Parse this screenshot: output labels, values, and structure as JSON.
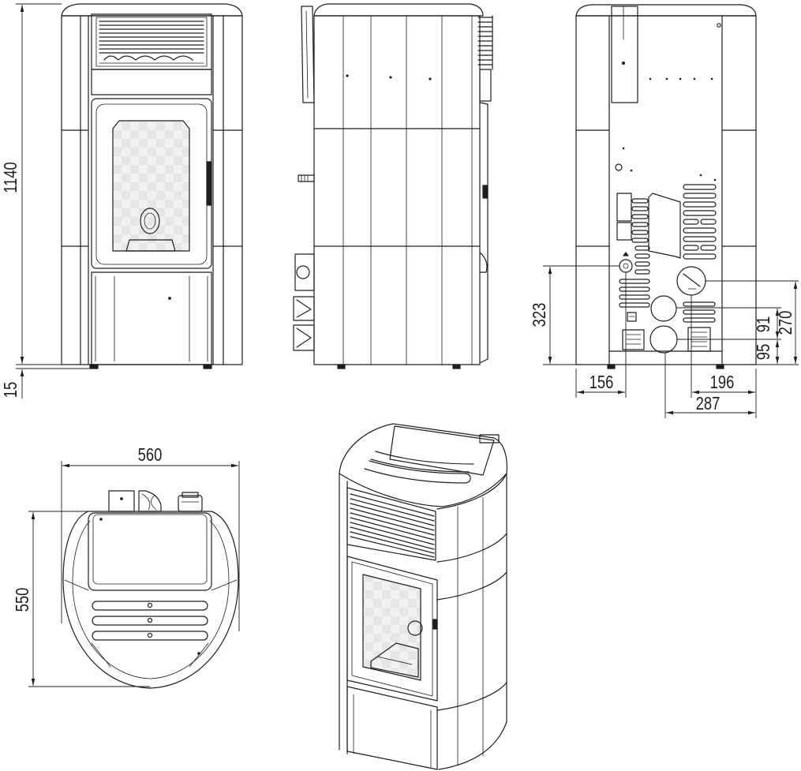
{
  "drawing": {
    "line_color": "#1e1e1e",
    "background": "#ffffff"
  },
  "front_view": {
    "height": "1140",
    "feet_height": "15"
  },
  "back_view": {
    "dim_323": "323",
    "dim_156": "156",
    "dim_196": "196",
    "dim_287": "287",
    "dim_91": "91",
    "dim_270": "270",
    "dim_95": "95"
  },
  "top_view": {
    "width": "560",
    "depth": "550"
  }
}
